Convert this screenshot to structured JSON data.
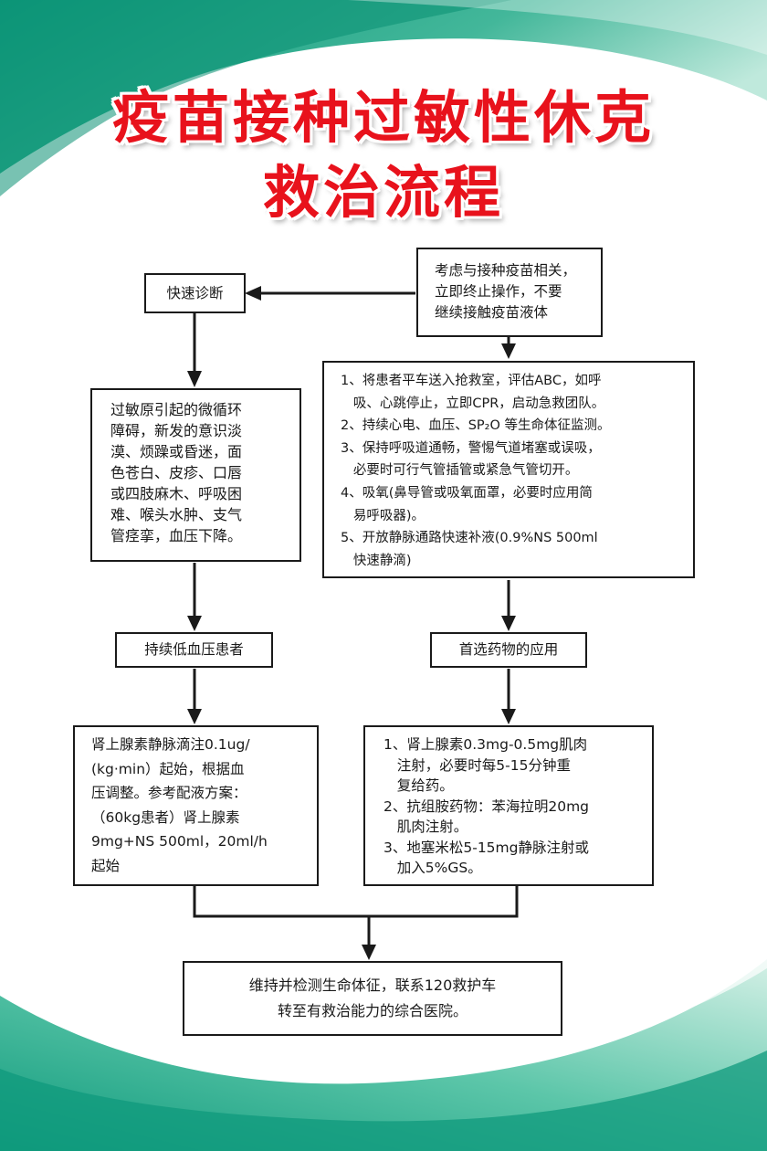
{
  "title": {
    "line1": "疫苗接种过敏性休克",
    "line2": "救治流程"
  },
  "boxes": {
    "quick_diagnosis": "快速诊断",
    "consider": {
      "lines": [
        "考虑与接种疫苗相关，",
        "立即终止操作，不要",
        "继续接触疫苗液体"
      ]
    },
    "symptoms": {
      "lines": [
        "过敏原引起的微循环",
        "障碍，新发的意识淡",
        "漠、烦躁或昏迷，面",
        "色苍白、皮疹、口唇",
        "或四肢麻木、呼吸困",
        "难、喉头水肿、支气",
        "管痉挛，血压下降。"
      ]
    },
    "emergency_steps": {
      "lines": [
        "1、将患者平车送入抢救室，评估ABC，如呼",
        "   吸、心跳停止，立即CPR，启动急救团队。",
        "2、持续心电、血压、SP₂O 等生命体征监测。",
        "3、保持呼吸道通畅，警惕气道堵塞或误吸，",
        "   必要时可行气管插管或紧急气管切开。",
        "4、吸氧(鼻导管或吸氧面罩，必要时应用简",
        "   易呼吸器)。",
        "5、开放静脉通路快速补液(0.9%NS 500ml",
        "   快速静滴)"
      ]
    },
    "persistent_hypotension": "持续低血压患者",
    "preferred_drugs": "首选药物的应用",
    "epinephrine_infusion": {
      "lines": [
        "肾上腺素静脉滴注0.1ug/",
        "(kg·min）起始，根据血",
        "压调整。参考配液方案：",
        "（60kg患者）肾上腺素",
        "9mg+NS 500ml，20ml/h",
        "起始"
      ]
    },
    "drug_list": {
      "lines": [
        "1、肾上腺素0.3mg-0.5mg肌肉",
        "   注射，必要时每5-15分钟重",
        "   复给药。",
        "2、抗组胺药物：苯海拉明20mg",
        "   肌肉注射。",
        "3、地塞米松5-15mg静脉注射或",
        "   加入5%GS。"
      ]
    },
    "final": {
      "lines": [
        "维持并检测生命体征，联系120救护车",
        "转至有救治能力的综合医院。"
      ]
    }
  },
  "colors": {
    "title_red": "#e8121c",
    "teal_dark": "#0f9a7c",
    "teal_light": "#7fd4bd",
    "border": "#1a1a1a"
  }
}
